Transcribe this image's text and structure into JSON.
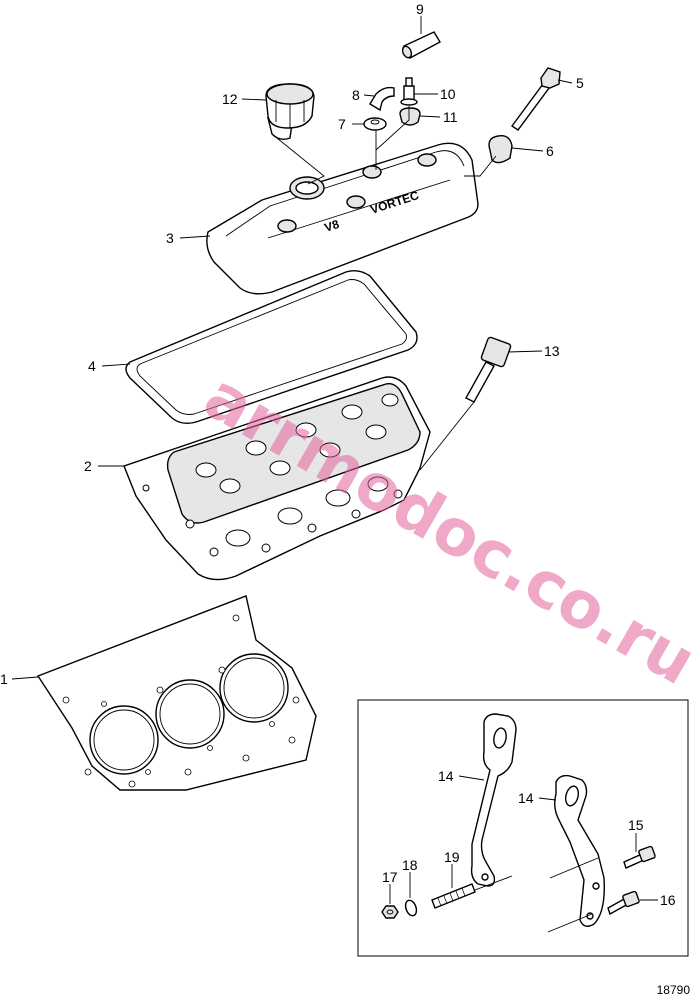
{
  "diagram": {
    "callouts": [
      {
        "id": "c1",
        "label": "1"
      },
      {
        "id": "c2",
        "label": "2"
      },
      {
        "id": "c3",
        "label": "3"
      },
      {
        "id": "c4",
        "label": "4"
      },
      {
        "id": "c5",
        "label": "5"
      },
      {
        "id": "c6",
        "label": "6"
      },
      {
        "id": "c7",
        "label": "7"
      },
      {
        "id": "c8",
        "label": "8"
      },
      {
        "id": "c9",
        "label": "9"
      },
      {
        "id": "c10",
        "label": "10"
      },
      {
        "id": "c11",
        "label": "11"
      },
      {
        "id": "c12",
        "label": "12"
      },
      {
        "id": "c13",
        "label": "13"
      },
      {
        "id": "c14a",
        "label": "14"
      },
      {
        "id": "c14b",
        "label": "14"
      },
      {
        "id": "c15",
        "label": "15"
      },
      {
        "id": "c16",
        "label": "16"
      },
      {
        "id": "c17",
        "label": "17"
      },
      {
        "id": "c18",
        "label": "18"
      },
      {
        "id": "c19",
        "label": "19"
      }
    ],
    "cover_text": {
      "model": "V8",
      "brand": "VORTEC"
    },
    "figure_number": "18790",
    "watermark": "arrmodoc.co.ru"
  }
}
